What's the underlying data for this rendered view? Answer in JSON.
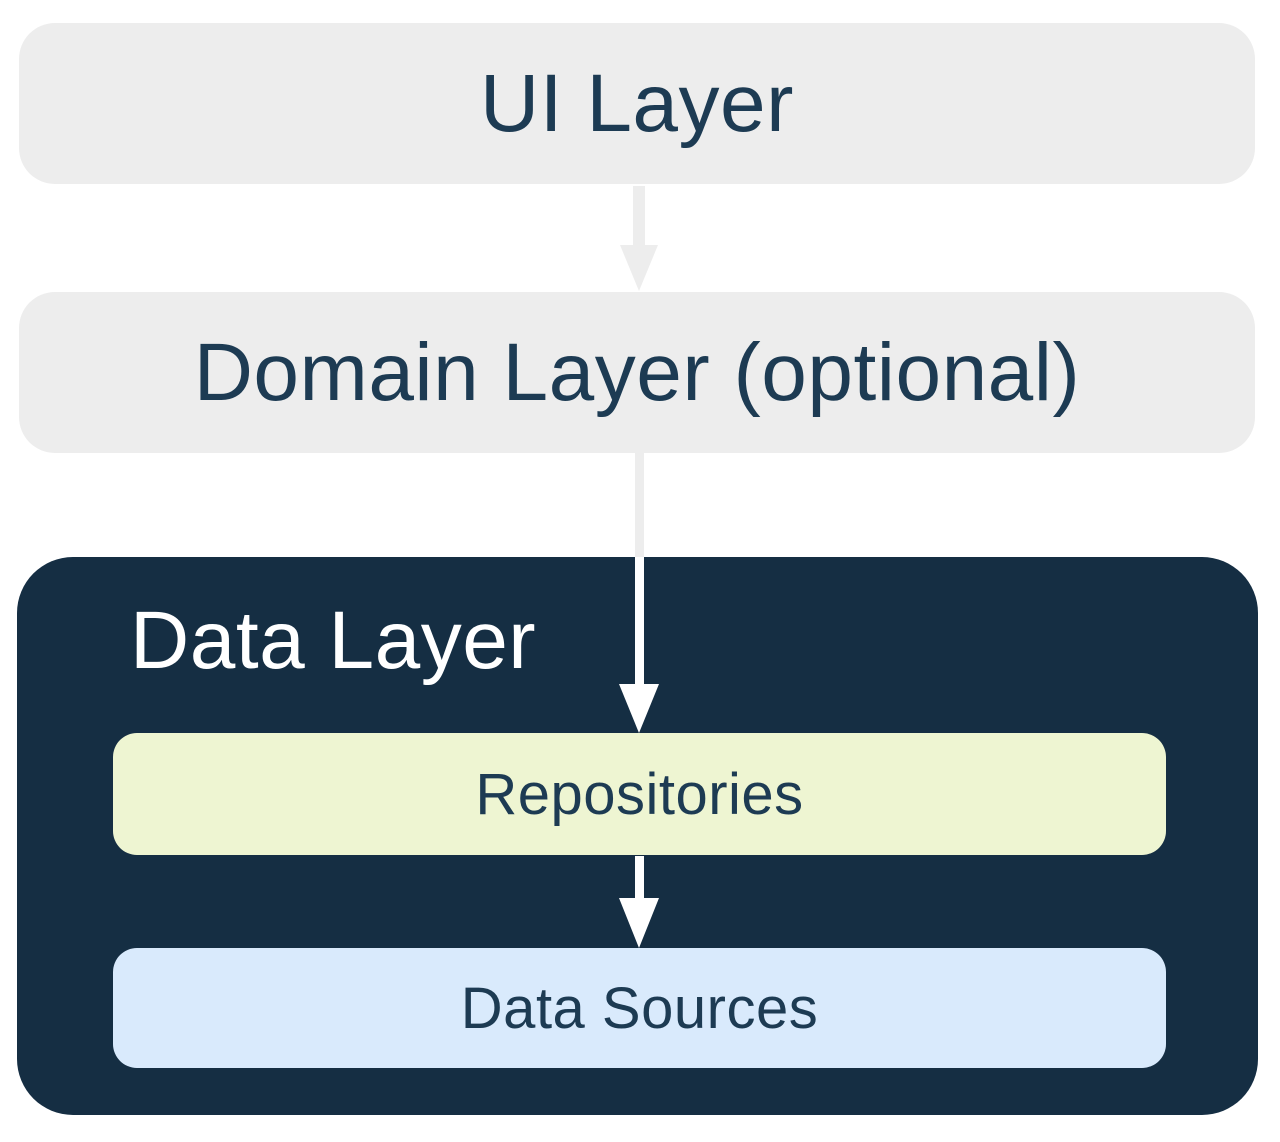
{
  "colors": {
    "background": "#ffffff",
    "light_box": "#ededed",
    "dark_box": "#152e43",
    "green_box": "#eef5d2",
    "blue_box": "#d9eafc",
    "navy_text": "#1d3b53",
    "white": "#ffffff",
    "gray_arrow": "#ededed"
  },
  "nodes": {
    "ui_layer": {
      "label": "UI Layer"
    },
    "domain_layer": {
      "label": "Domain Layer (optional)"
    },
    "data_layer": {
      "label": "Data Layer"
    },
    "repositories": {
      "label": "Repositories"
    },
    "data_sources": {
      "label": "Data Sources"
    }
  },
  "arrows": [
    {
      "name": "ui-to-domain",
      "from": "ui_layer",
      "to": "domain_layer"
    },
    {
      "name": "domain-to-repositories",
      "from": "domain_layer",
      "to": "repositories"
    },
    {
      "name": "repositories-to-data-sources",
      "from": "repositories",
      "to": "data_sources"
    }
  ]
}
